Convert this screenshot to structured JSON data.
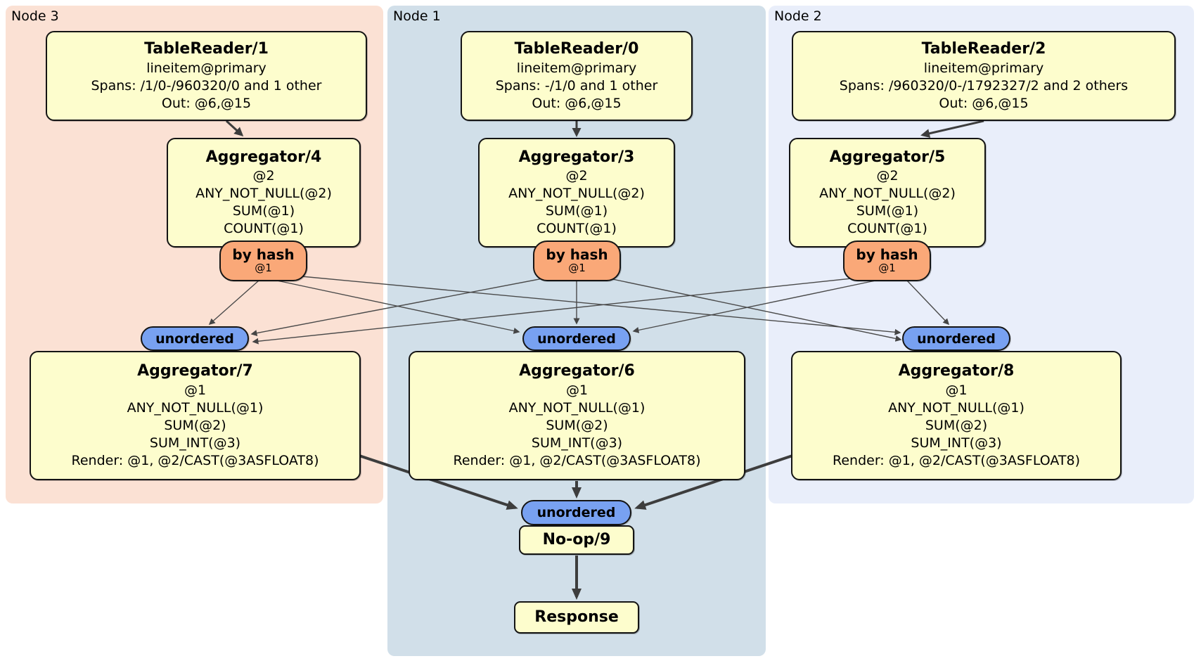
{
  "regions": [
    {
      "label": "Node 3"
    },
    {
      "label": "Node 1"
    },
    {
      "label": "Node 2"
    }
  ],
  "processors": {
    "tr1": {
      "title": "TableReader/1",
      "lines": [
        "lineitem@primary",
        "Spans: /1/0-/960320/0 and 1 other",
        "Out: @6,@15"
      ]
    },
    "tr0": {
      "title": "TableReader/0",
      "lines": [
        "lineitem@primary",
        "Spans: -/1/0 and 1 other",
        "Out: @6,@15"
      ]
    },
    "tr2": {
      "title": "TableReader/2",
      "lines": [
        "lineitem@primary",
        "Spans: /960320/0-/1792327/2 and 2 others",
        "Out: @6,@15"
      ]
    },
    "agg4": {
      "title": "Aggregator/4",
      "lines": [
        "@2",
        "ANY_NOT_NULL(@2)",
        "SUM(@1)",
        "COUNT(@1)"
      ]
    },
    "agg3": {
      "title": "Aggregator/3",
      "lines": [
        "@2",
        "ANY_NOT_NULL(@2)",
        "SUM(@1)",
        "COUNT(@1)"
      ]
    },
    "agg5": {
      "title": "Aggregator/5",
      "lines": [
        "@2",
        "ANY_NOT_NULL(@2)",
        "SUM(@1)",
        "COUNT(@1)"
      ]
    },
    "agg7": {
      "title": "Aggregator/7",
      "lines": [
        "@1",
        "ANY_NOT_NULL(@1)",
        "SUM(@2)",
        "SUM_INT(@3)",
        "Render: @1, @2/CAST(@3ASFLOAT8)"
      ]
    },
    "agg6": {
      "title": "Aggregator/6",
      "lines": [
        "@1",
        "ANY_NOT_NULL(@1)",
        "SUM(@2)",
        "SUM_INT(@3)",
        "Render: @1, @2/CAST(@3ASFLOAT8)"
      ]
    },
    "agg8": {
      "title": "Aggregator/8",
      "lines": [
        "@1",
        "ANY_NOT_NULL(@1)",
        "SUM(@2)",
        "SUM_INT(@3)",
        "Render: @1, @2/CAST(@3ASFLOAT8)"
      ]
    },
    "noop": {
      "title": "No-op/9"
    },
    "response": {
      "title": "Response"
    }
  },
  "routers": {
    "by_hash_label": "by hash",
    "by_hash_detail": "@1",
    "unordered_label": "unordered"
  },
  "colors": {
    "node3_bg": "#fbe1d4",
    "node1_bg": "#d1dfe9",
    "node2_bg": "#e9eefa",
    "processor_bg": "#fdfdcd",
    "hash_router_bg": "#faa878",
    "unordered_sync_bg": "#78a1f1",
    "edge": "#454545"
  }
}
